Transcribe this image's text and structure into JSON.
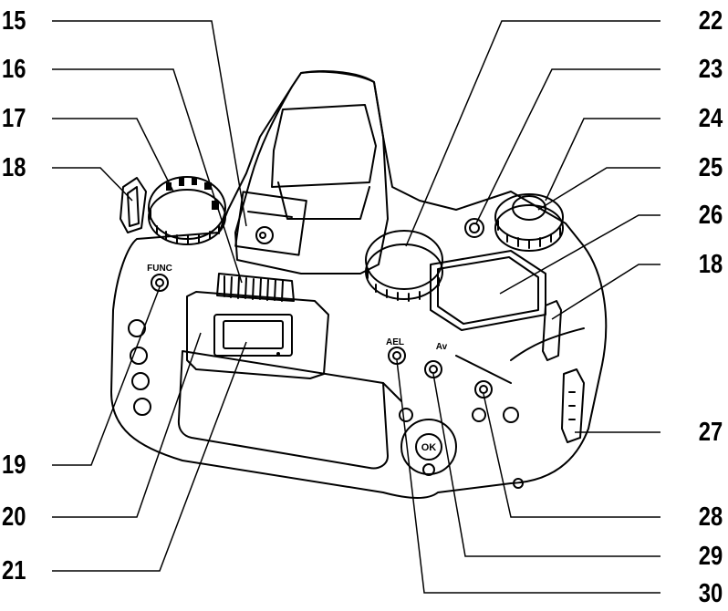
{
  "callouts_left": [
    {
      "id": "c15",
      "label": "15"
    },
    {
      "id": "c16",
      "label": "16"
    },
    {
      "id": "c17",
      "label": "17"
    },
    {
      "id": "c18a",
      "label": "18"
    },
    {
      "id": "c19",
      "label": "19"
    },
    {
      "id": "c20",
      "label": "20"
    },
    {
      "id": "c21",
      "label": "21"
    }
  ],
  "callouts_right": [
    {
      "id": "c22",
      "label": "22"
    },
    {
      "id": "c23",
      "label": "23"
    },
    {
      "id": "c24",
      "label": "24"
    },
    {
      "id": "c25",
      "label": "25"
    },
    {
      "id": "c26",
      "label": "26"
    },
    {
      "id": "c18b",
      "label": "18"
    },
    {
      "id": "c27",
      "label": "27"
    },
    {
      "id": "c28",
      "label": "28"
    },
    {
      "id": "c29",
      "label": "29"
    },
    {
      "id": "c30",
      "label": "30"
    }
  ],
  "button_labels": {
    "func": "FUNC",
    "ael": "AEL",
    "av": "Av",
    "ok": "OK"
  },
  "colors": {
    "line": "#000000",
    "background": "#ffffff",
    "body_fill": "#ffffff"
  }
}
